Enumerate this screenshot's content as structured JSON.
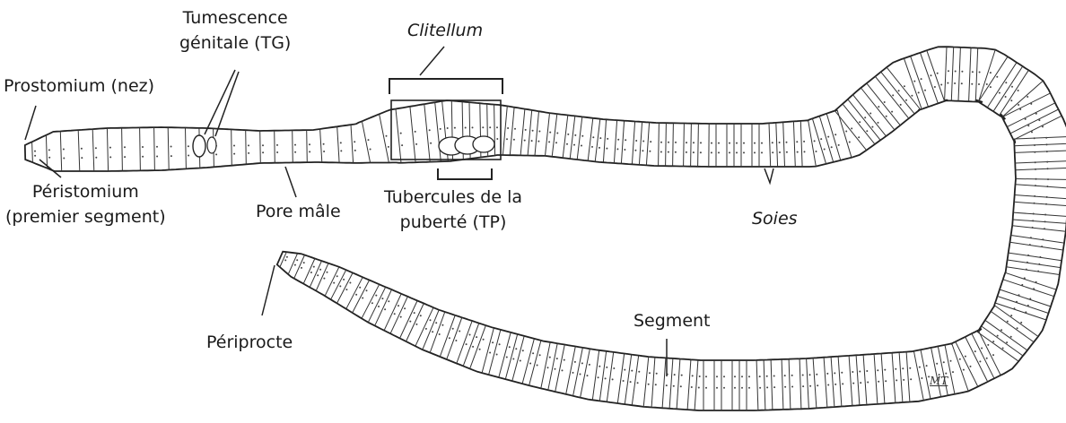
{
  "labels": {
    "tumescence": [
      "Tumescence",
      "génitale (TG)"
    ],
    "clitellum": "Clitellum",
    "prostomium": "Prostomium (nez)",
    "peristomium": [
      "Péristomium",
      "(premier segment)"
    ],
    "pore_male": "Pore mâle",
    "tubercules": [
      "Tubercules de la",
      "puberté (TP)"
    ],
    "soies": "Soies",
    "segment": "Segment",
    "periprocte": "Périprocte"
  },
  "signature": "MT"
}
